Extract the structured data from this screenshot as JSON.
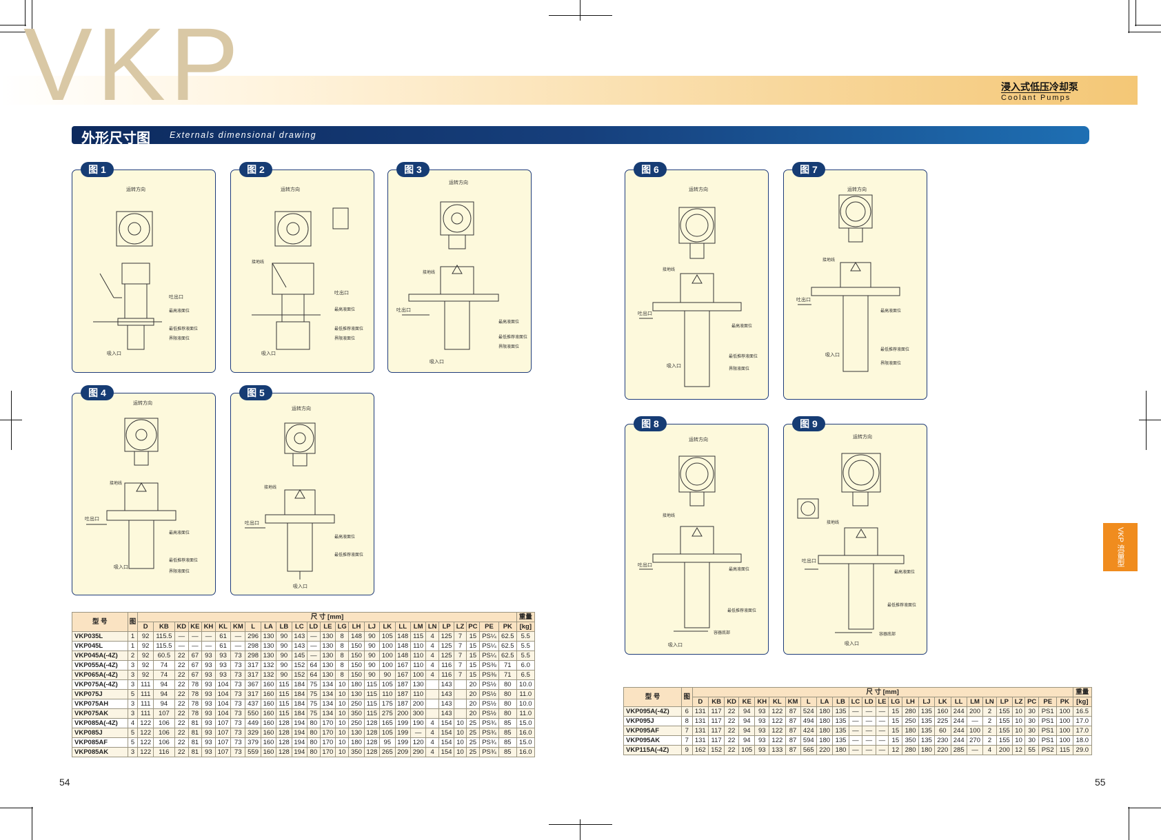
{
  "header": {
    "logo": "VKP",
    "title_cn": "浸入式低压冷却泵",
    "title_en": "Coolant Pumps"
  },
  "section": {
    "title_cn": "外形尺寸图",
    "title_en": "Externals dimensional drawing"
  },
  "side_tab": "VKP 流量型",
  "figures": [
    {
      "id": "fig1",
      "label": "图 1"
    },
    {
      "id": "fig2",
      "label": "图 2"
    },
    {
      "id": "fig3",
      "label": "图 3"
    },
    {
      "id": "fig4",
      "label": "图 4"
    },
    {
      "id": "fig5",
      "label": "图 5"
    },
    {
      "id": "fig6",
      "label": "图 6"
    },
    {
      "id": "fig7",
      "label": "图 7"
    },
    {
      "id": "fig8",
      "label": "图 8"
    },
    {
      "id": "fig9",
      "label": "图 9"
    }
  ],
  "drawing_labels": {
    "rotation": "运转方向",
    "outlet": "吐出口",
    "inlet": "吸入口",
    "ground": "接地线",
    "max_level": "最高液面位",
    "min_rec_level": "最低推荐液面位",
    "limit_level": "界限液面位",
    "tank_bottom": "容器底部"
  },
  "table_left": {
    "model_header": "型 号",
    "fig_header": "图",
    "dim_header": "尺 寸 [mm]",
    "weight_header": "重量",
    "weight_unit": "[kg]",
    "columns": [
      "D",
      "KB",
      "KD",
      "KE",
      "KH",
      "KL",
      "KM",
      "L",
      "LA",
      "LB",
      "LC",
      "LD",
      "LE",
      "LG",
      "LH",
      "LJ",
      "LK",
      "LL",
      "LM",
      "LN",
      "LP",
      "LZ",
      "PC",
      "PE",
      "PK"
    ],
    "rows": [
      [
        "VKP035L",
        "1",
        "92",
        "115.5",
        "—",
        "—",
        "—",
        "61",
        "—",
        "296",
        "130",
        "90",
        "143",
        "—",
        "130",
        "8",
        "148",
        "90",
        "105",
        "148",
        "115",
        "4",
        "125",
        "7",
        "15",
        "PS¼",
        "62.5",
        "5.5"
      ],
      [
        "VKP045L",
        "1",
        "92",
        "115.5",
        "—",
        "—",
        "—",
        "61",
        "—",
        "298",
        "130",
        "90",
        "143",
        "—",
        "130",
        "8",
        "150",
        "90",
        "100",
        "148",
        "110",
        "4",
        "125",
        "7",
        "15",
        "PS¼",
        "62.5",
        "5.5"
      ],
      [
        "VKP045A(-4Z)",
        "2",
        "92",
        "60.5",
        "22",
        "67",
        "93",
        "93",
        "73",
        "298",
        "130",
        "90",
        "145",
        "—",
        "130",
        "8",
        "150",
        "90",
        "100",
        "148",
        "110",
        "4",
        "125",
        "7",
        "15",
        "PS¼",
        "62.5",
        "5.5"
      ],
      [
        "VKP055A(-4Z)",
        "3",
        "92",
        "74",
        "22",
        "67",
        "93",
        "93",
        "73",
        "317",
        "132",
        "90",
        "152",
        "64",
        "130",
        "8",
        "150",
        "90",
        "100",
        "167",
        "110",
        "4",
        "116",
        "7",
        "15",
        "PS⅜",
        "71",
        "6.0"
      ],
      [
        "VKP065A(-4Z)",
        "3",
        "92",
        "74",
        "22",
        "67",
        "93",
        "93",
        "73",
        "317",
        "132",
        "90",
        "152",
        "64",
        "130",
        "8",
        "150",
        "90",
        "90",
        "167",
        "100",
        "4",
        "116",
        "7",
        "15",
        "PS⅜",
        "71",
        "6.5"
      ],
      [
        "VKP075A(-4Z)",
        "3",
        "111",
        "94",
        "22",
        "78",
        "93",
        "104",
        "73",
        "367",
        "160",
        "115",
        "184",
        "75",
        "134",
        "10",
        "180",
        "115",
        "105",
        "187",
        "130",
        "",
        "143",
        "",
        "20",
        "PS½",
        "80",
        "10.0"
      ],
      [
        "VKP075J",
        "5",
        "111",
        "94",
        "22",
        "78",
        "93",
        "104",
        "73",
        "317",
        "160",
        "115",
        "184",
        "75",
        "134",
        "10",
        "130",
        "115",
        "110",
        "187",
        "110",
        "",
        "143",
        "",
        "20",
        "PS½",
        "80",
        "11.0"
      ],
      [
        "VKP075AH",
        "3",
        "111",
        "94",
        "22",
        "78",
        "93",
        "104",
        "73",
        "437",
        "160",
        "115",
        "184",
        "75",
        "134",
        "10",
        "250",
        "115",
        "175",
        "187",
        "200",
        "",
        "143",
        "",
        "20",
        "PS½",
        "80",
        "10.0"
      ],
      [
        "VKP075AK",
        "3",
        "111",
        "107",
        "22",
        "78",
        "93",
        "104",
        "73",
        "550",
        "160",
        "115",
        "184",
        "75",
        "134",
        "10",
        "350",
        "115",
        "275",
        "200",
        "300",
        "",
        "143",
        "",
        "20",
        "PS½",
        "80",
        "11.0"
      ],
      [
        "VKP085A(-4Z)",
        "4",
        "122",
        "106",
        "22",
        "81",
        "93",
        "107",
        "73",
        "449",
        "160",
        "128",
        "194",
        "80",
        "170",
        "10",
        "250",
        "128",
        "165",
        "199",
        "190",
        "4",
        "154",
        "10",
        "25",
        "PS¾",
        "85",
        "15.0"
      ],
      [
        "VKP085J",
        "5",
        "122",
        "106",
        "22",
        "81",
        "93",
        "107",
        "73",
        "329",
        "160",
        "128",
        "194",
        "80",
        "170",
        "10",
        "130",
        "128",
        "105",
        "199",
        "—",
        "4",
        "154",
        "10",
        "25",
        "PS¾",
        "85",
        "16.0"
      ],
      [
        "VKP085AF",
        "5",
        "122",
        "106",
        "22",
        "81",
        "93",
        "107",
        "73",
        "379",
        "160",
        "128",
        "194",
        "80",
        "170",
        "10",
        "180",
        "128",
        "95",
        "199",
        "120",
        "4",
        "154",
        "10",
        "25",
        "PS¾",
        "85",
        "15.0"
      ],
      [
        "VKP085AK",
        "3",
        "122",
        "116",
        "22",
        "81",
        "93",
        "107",
        "73",
        "559",
        "160",
        "128",
        "194",
        "80",
        "170",
        "10",
        "350",
        "128",
        "265",
        "209",
        "290",
        "4",
        "154",
        "10",
        "25",
        "PS¾",
        "85",
        "16.0"
      ]
    ]
  },
  "table_right": {
    "model_header": "型 号",
    "fig_header": "图",
    "dim_header": "尺 寸 [mm]",
    "weight_header": "重量",
    "weight_unit": "[kg]",
    "columns": [
      "D",
      "KB",
      "KD",
      "KE",
      "KH",
      "KL",
      "KM",
      "L",
      "LA",
      "LB",
      "LC",
      "LD",
      "LE",
      "LG",
      "LH",
      "LJ",
      "LK",
      "LL",
      "LM",
      "LN",
      "LP",
      "LZ",
      "PC",
      "PE",
      "PK"
    ],
    "rows": [
      [
        "VKP095A(-4Z)",
        "6",
        "131",
        "117",
        "22",
        "94",
        "93",
        "122",
        "87",
        "524",
        "180",
        "135",
        "—",
        "—",
        "—",
        "15",
        "280",
        "135",
        "160",
        "244",
        "200",
        "2",
        "155",
        "10",
        "30",
        "PS1",
        "100",
        "16.5"
      ],
      [
        "VKP095J",
        "8",
        "131",
        "117",
        "22",
        "94",
        "93",
        "122",
        "87",
        "494",
        "180",
        "135",
        "—",
        "—",
        "—",
        "15",
        "250",
        "135",
        "225",
        "244",
        "—",
        "2",
        "155",
        "10",
        "30",
        "PS1",
        "100",
        "17.0"
      ],
      [
        "VKP095AF",
        "7",
        "131",
        "117",
        "22",
        "94",
        "93",
        "122",
        "87",
        "424",
        "180",
        "135",
        "—",
        "—",
        "—",
        "15",
        "180",
        "135",
        "60",
        "244",
        "100",
        "2",
        "155",
        "10",
        "30",
        "PS1",
        "100",
        "17.0"
      ],
      [
        "VKP095AK",
        "7",
        "131",
        "117",
        "22",
        "94",
        "93",
        "122",
        "87",
        "594",
        "180",
        "135",
        "—",
        "—",
        "—",
        "15",
        "350",
        "135",
        "230",
        "244",
        "270",
        "2",
        "155",
        "10",
        "30",
        "PS1",
        "100",
        "18.0"
      ],
      [
        "VKP115A(-4Z)",
        "9",
        "162",
        "152",
        "22",
        "105",
        "93",
        "133",
        "87",
        "565",
        "220",
        "180",
        "—",
        "—",
        "—",
        "12",
        "280",
        "180",
        "220",
        "285",
        "—",
        "4",
        "200",
        "12",
        "55",
        "PS2",
        "115",
        "29.0"
      ]
    ]
  },
  "page_numbers": {
    "left": "54",
    "right": "55"
  }
}
